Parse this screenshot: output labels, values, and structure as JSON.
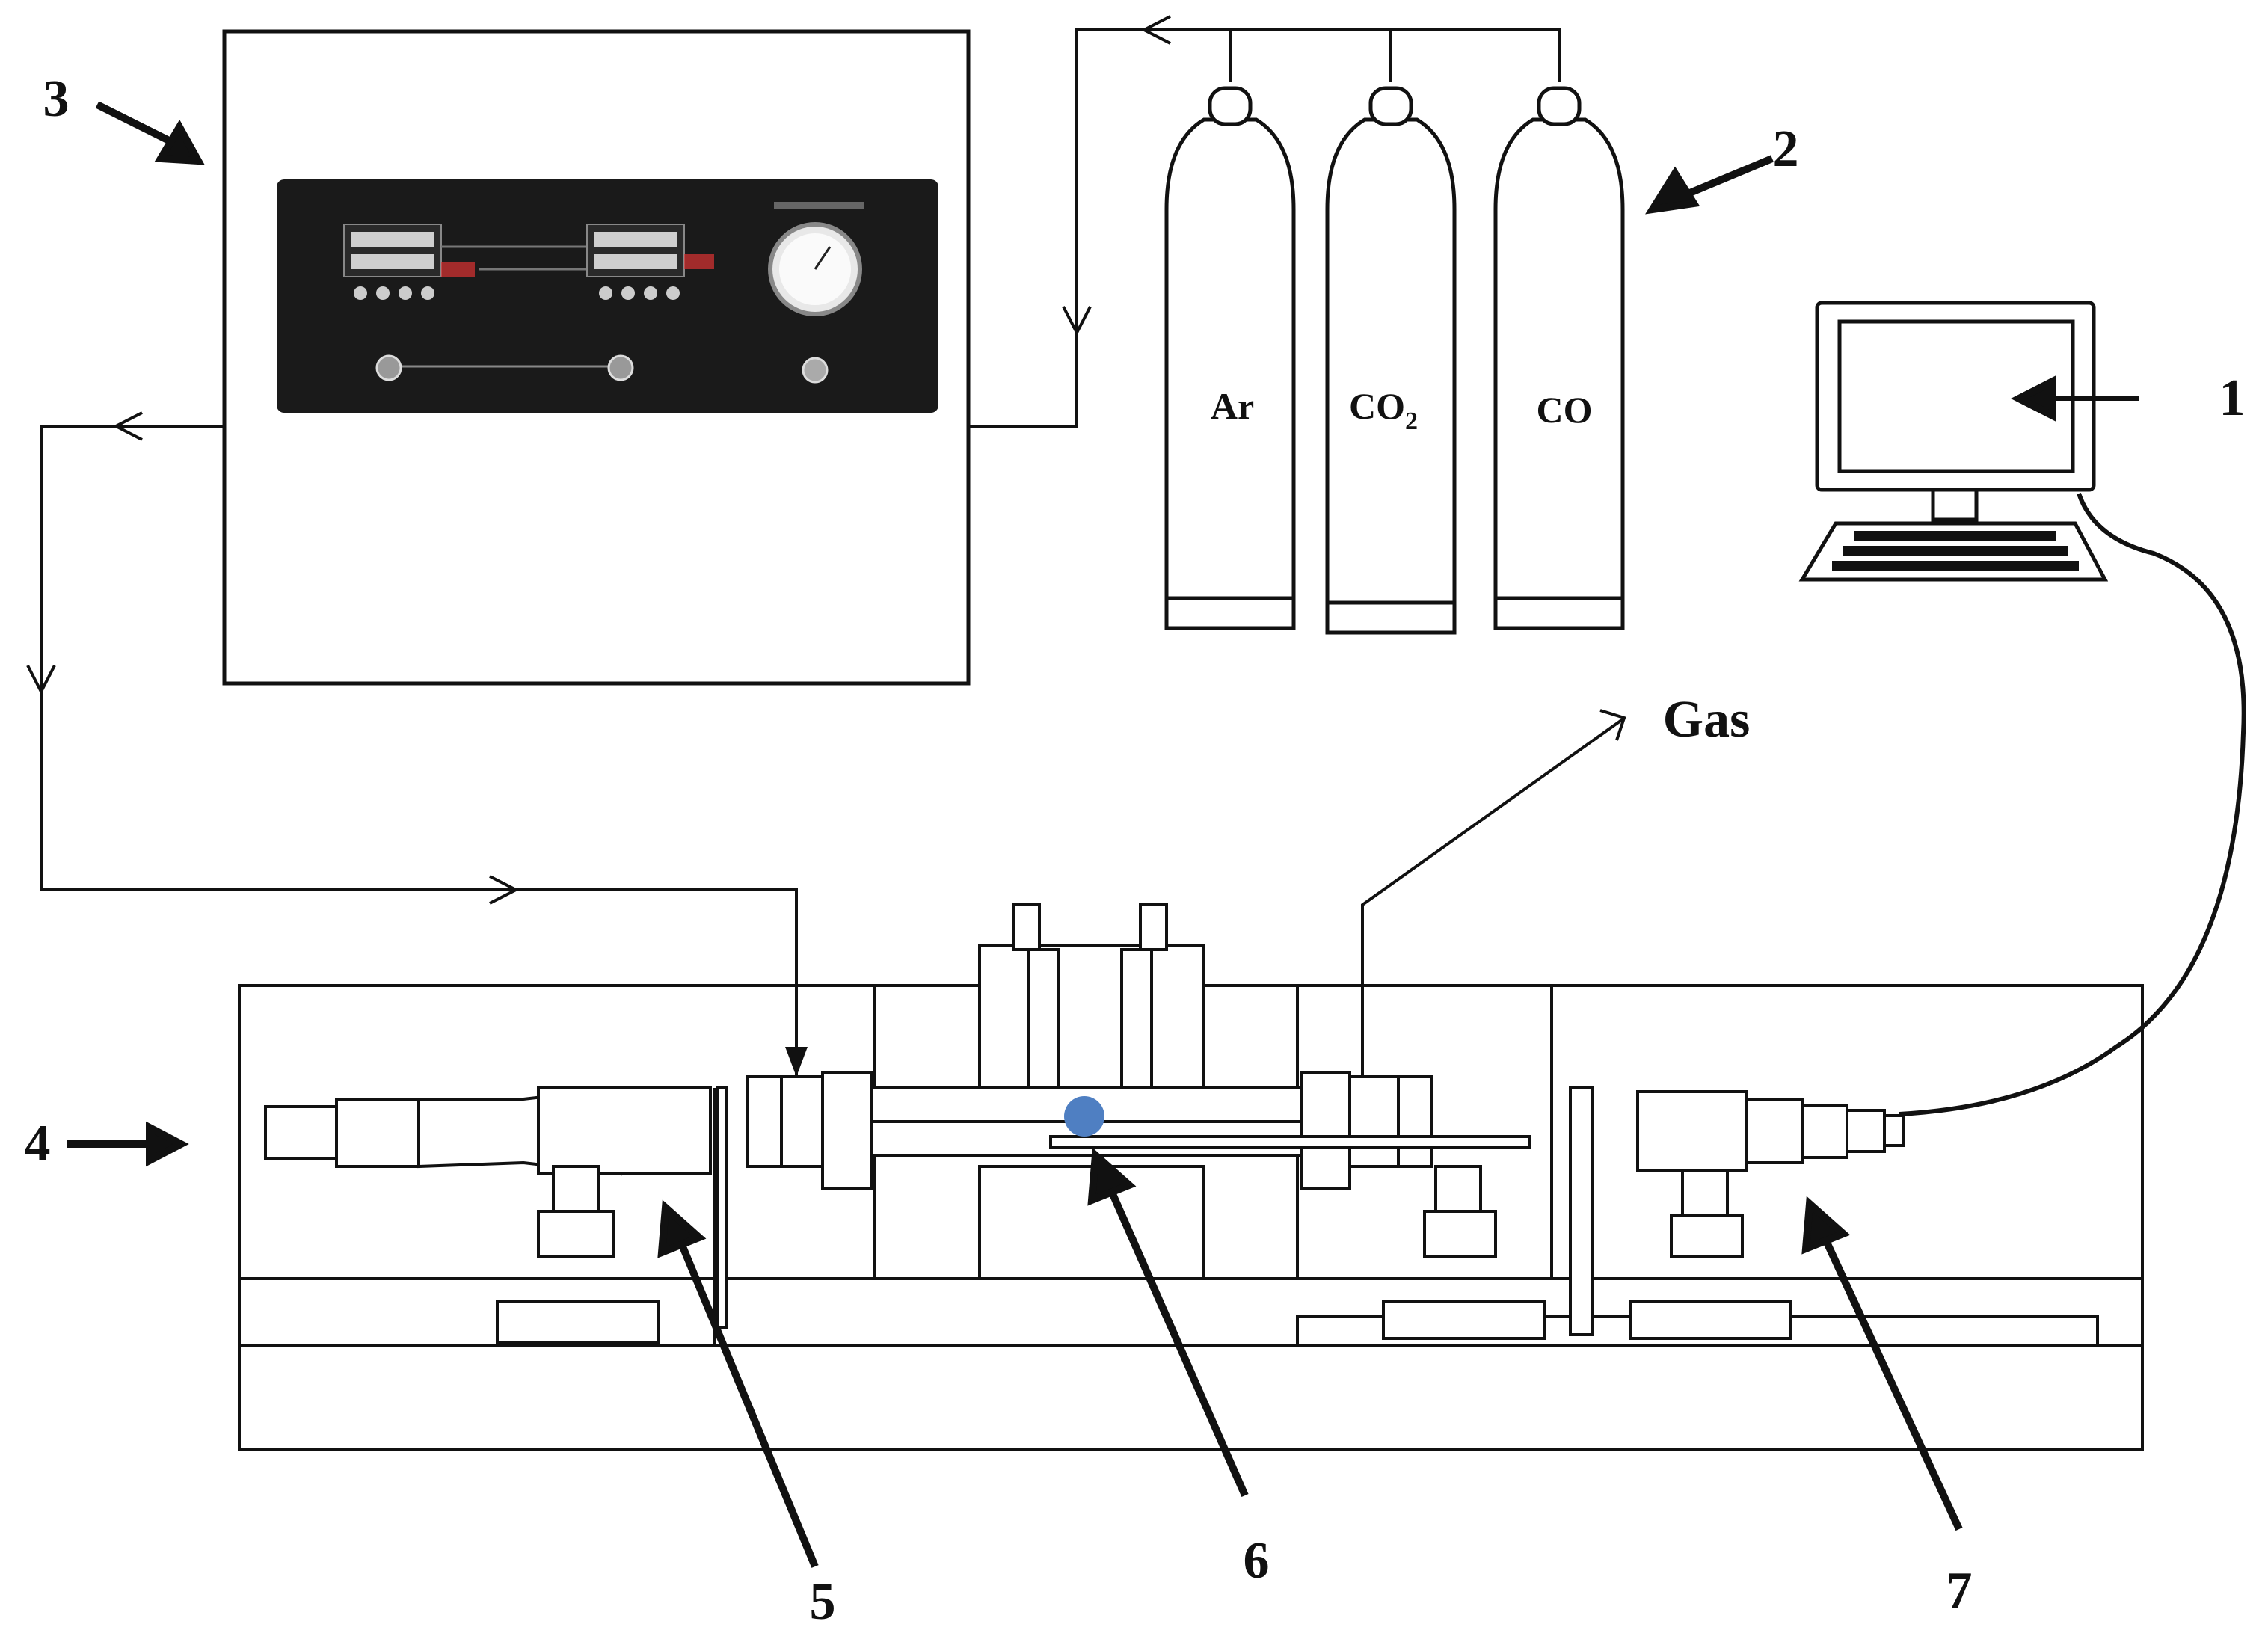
{
  "labels": {
    "computer": "1",
    "gas_cylinders": "2",
    "controller": "3",
    "furnace": "4",
    "light_source": "5",
    "sample": "6",
    "camera": "7"
  },
  "cylinders": {
    "ar": "Ar",
    "co2_main": "CO",
    "co2_sub": "2",
    "co": "CO"
  },
  "gas_outlet": "Gas",
  "colors": {
    "line": "#111111",
    "panel": "#1a1a1a",
    "sample": "#4f7fc2",
    "display": "#d8d8d8"
  },
  "icons": {
    "computer": "desktop-computer-icon",
    "cylinder": "gas-cylinder-icon",
    "gauge": "pressure-gauge-icon"
  }
}
